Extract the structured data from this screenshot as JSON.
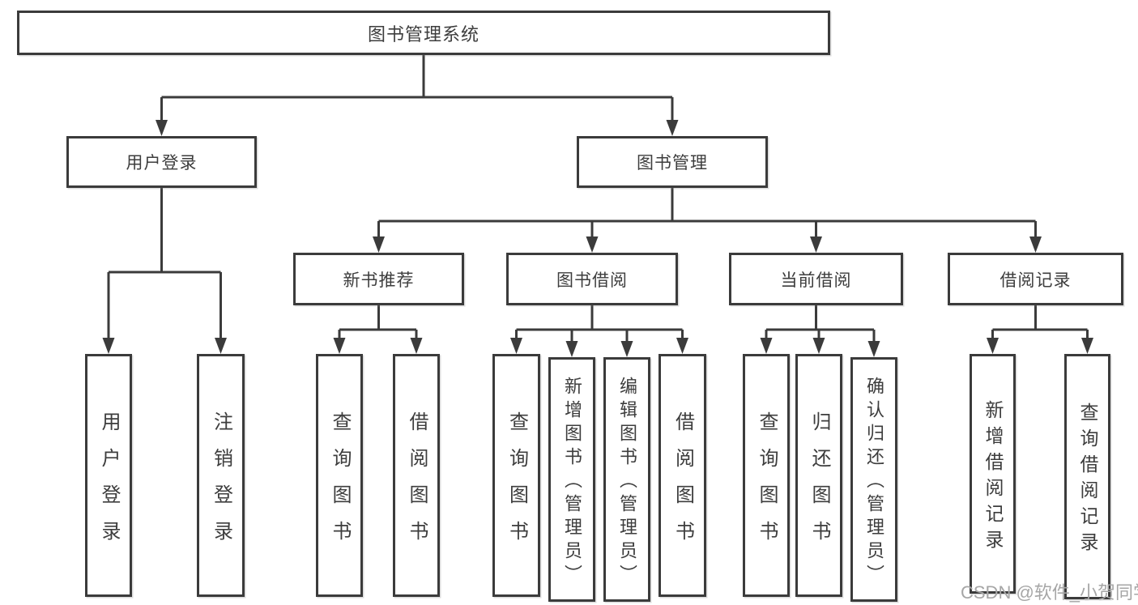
{
  "tree": {
    "label": "图书管理系统",
    "children": [
      {
        "label": "用户登录",
        "children": [
          {
            "label": "用户登录"
          },
          {
            "label": "注销登录"
          }
        ]
      },
      {
        "label": "图书管理",
        "children": [
          {
            "label": "新书推荐",
            "children": [
              {
                "label": "查询图书"
              },
              {
                "label": "借阅图书"
              }
            ]
          },
          {
            "label": "图书借阅",
            "children": [
              {
                "label": "查询图书"
              },
              {
                "label": "新增图书（管理员）"
              },
              {
                "label": "编辑图书（管理员）"
              },
              {
                "label": "借阅图书"
              }
            ]
          },
          {
            "label": "当前借阅",
            "children": [
              {
                "label": "查询图书"
              },
              {
                "label": "归还图书"
              },
              {
                "label": "确认归还（管理员）"
              }
            ]
          },
          {
            "label": "借阅记录",
            "children": [
              {
                "label": "新增借阅记录"
              },
              {
                "label": "查询借阅记录"
              }
            ]
          }
        ]
      }
    ]
  },
  "watermark": "CSDN @软件_小贺同学",
  "colors": {
    "line": "#3b3b3b",
    "box_border": "#3b3b3b",
    "text": "#3d3d3d",
    "watermark": "#a6a6a6",
    "background": "#ffffff"
  }
}
